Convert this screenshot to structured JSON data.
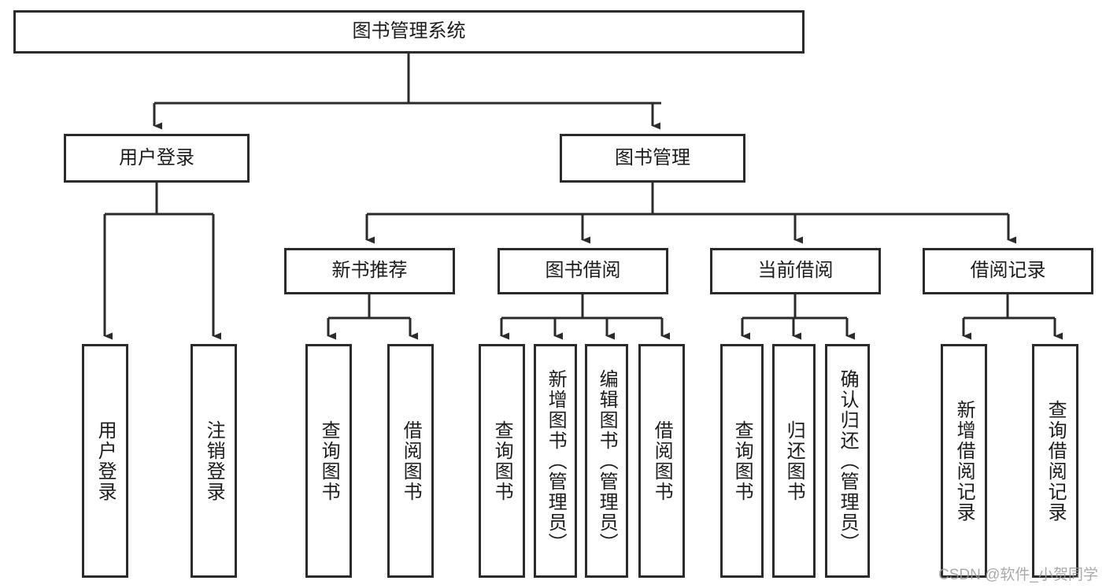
{
  "diagram": {
    "title": "图书管理系统",
    "type": "hierarchy-tree",
    "root": {
      "label": "图书管理系统"
    },
    "level2": [
      {
        "label": "用户登录"
      },
      {
        "label": "图书管理"
      }
    ],
    "level3": [
      {
        "label": "新书推荐"
      },
      {
        "label": "图书借阅"
      },
      {
        "label": "当前借阅"
      },
      {
        "label": "借阅记录"
      }
    ],
    "leaves": {
      "user_login": [
        {
          "label": "用户登录"
        },
        {
          "label": "注销登录"
        }
      ],
      "new_book_recommend": [
        {
          "label": "查询图书"
        },
        {
          "label": "借阅图书"
        }
      ],
      "book_borrow": [
        {
          "label": "查询图书"
        },
        {
          "label": "新增图书（管理员）"
        },
        {
          "label": "编辑图书（管理员）"
        },
        {
          "label": "借阅图书"
        }
      ],
      "current_borrow": [
        {
          "label": "查询图书"
        },
        {
          "label": "归还图书"
        },
        {
          "label": "确认归还（管理员）"
        }
      ],
      "borrow_record": [
        {
          "label": "新增借阅记录"
        },
        {
          "label": "查询借阅记录"
        }
      ]
    }
  },
  "watermark": {
    "text": "CSDN @软件_小贺同学"
  },
  "colors": {
    "stroke": "#2b2b2b",
    "background": "#ffffff",
    "text": "#1c1c1c",
    "watermark": "#9b9b9b"
  }
}
